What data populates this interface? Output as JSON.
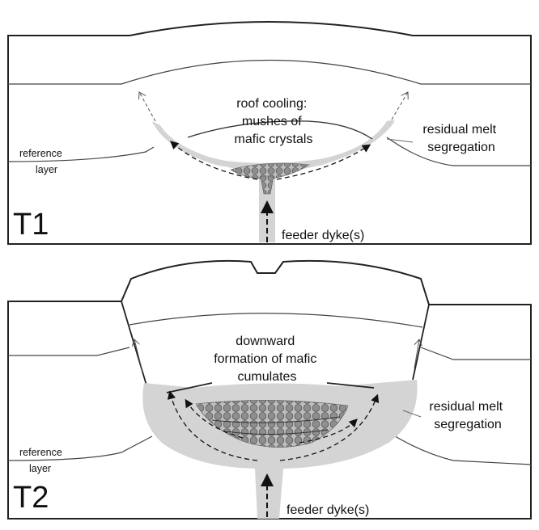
{
  "panels": [
    {
      "id": "T1",
      "stage_label": "T1",
      "roof_label": [
        "roof cooling:",
        "mushes of",
        "mafic crystals"
      ],
      "residual_label": [
        "residual melt",
        "segregation"
      ],
      "reference_label": [
        "reference",
        "layer"
      ],
      "feeder_label": "feeder dyke(s)"
    },
    {
      "id": "T2",
      "stage_label": "T2",
      "roof_label": [
        "downward",
        "formation of mafic",
        "cumulates"
      ],
      "residual_label": [
        "residual melt",
        "segregation"
      ],
      "reference_label": [
        "reference",
        "layer"
      ],
      "feeder_label": "feeder dyke(s)"
    }
  ],
  "colors": {
    "melt_fill": "#d4d4d4",
    "crystal_fill": "#8f8f8f",
    "line": "#222222"
  }
}
